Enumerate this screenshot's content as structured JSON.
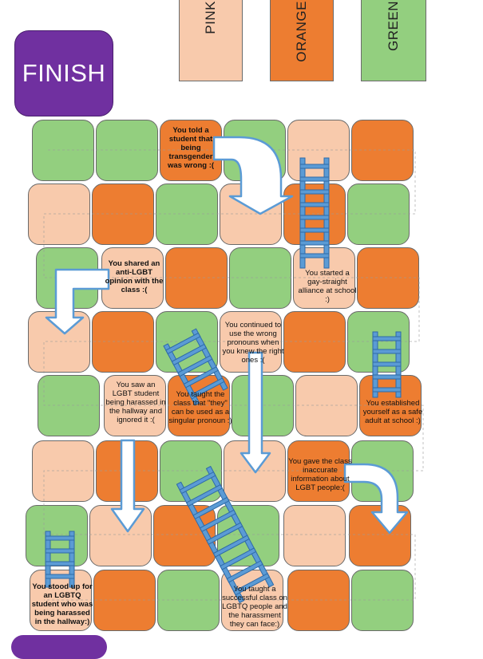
{
  "legend": [
    {
      "id": "pink",
      "text": "PINK",
      "color": "#f8caac"
    },
    {
      "id": "orange",
      "text": "ORANGE",
      "color": "#ed7d31"
    },
    {
      "id": "green",
      "text": "GREEN",
      "color": "#93cf7f"
    }
  ],
  "finish": {
    "text": "FINISH",
    "color": "#7030a0"
  },
  "colors": {
    "green": "#93cf7f",
    "orange": "#ed7d31",
    "pink": "#f8caac",
    "ladder": "#5b9bd5",
    "arrow": "#ffffff"
  },
  "squares": {
    "told_transgender": "You told a student that being transgender was wrong :(",
    "gsa": "You started a gay-straight alliance at school :)",
    "anti_lgbt": "You shared an anti-LGBT opinion with the class :(",
    "wrong_pronouns": "You continued to use the wrong pronouns when you knew the right ones :(",
    "ignored_harassment": "You saw an LGBT student being harassed in the hallway and ignored it :(",
    "they_singular": "You taught the class that \"they\" can be used as a singular pronoun :)",
    "safe_adult": "You established yourself as a safe adult at school :)",
    "inaccurate_info": "You gave the class inaccurate information about LGBT people:(",
    "stood_up": "You stood up for an LGBTQ student who was being harassed in the hallway:)",
    "taught_class": "You taught a successful class on LGBTQ people and the harassment they can face:)"
  }
}
